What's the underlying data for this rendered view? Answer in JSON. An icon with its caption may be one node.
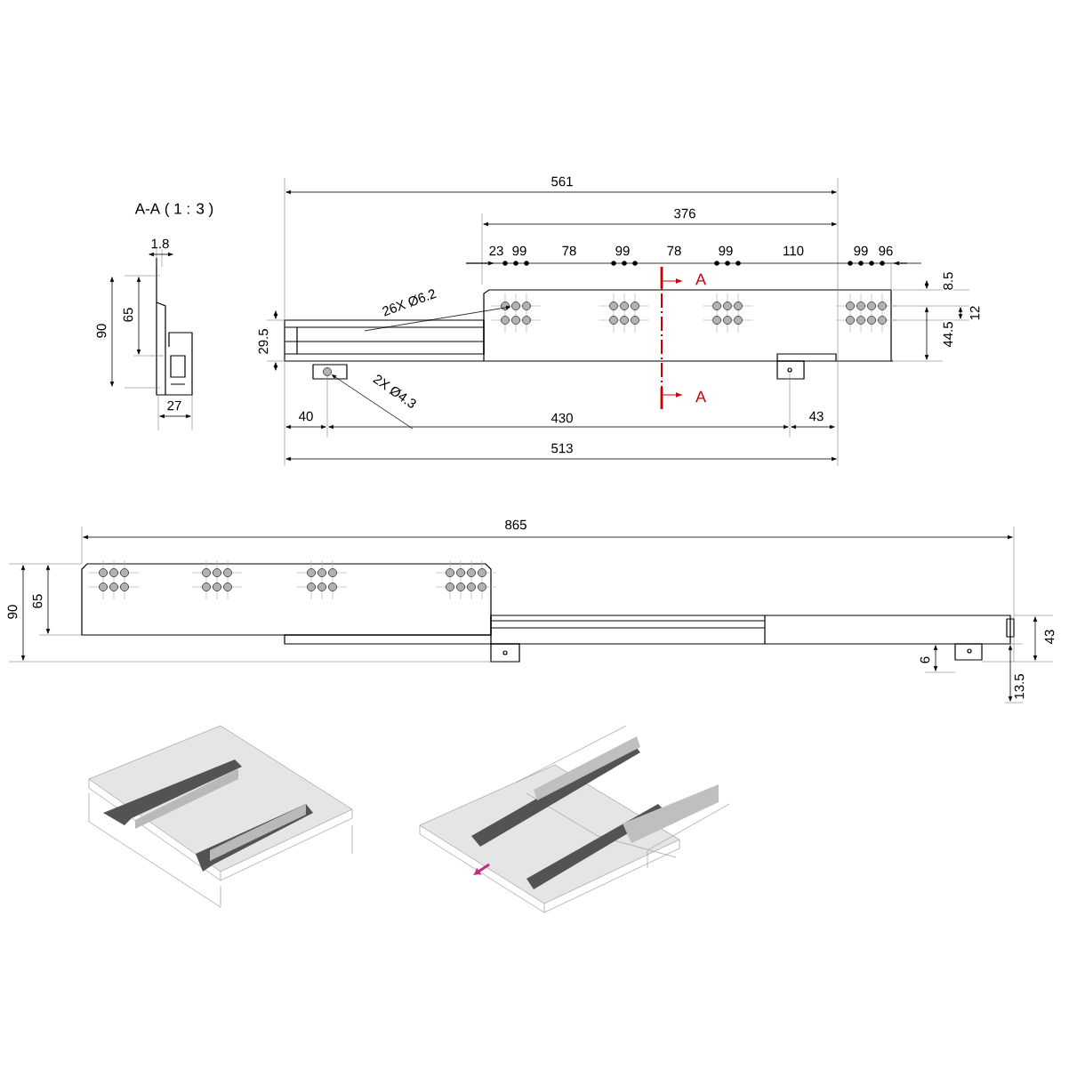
{
  "diagram": {
    "nodes": [
      {
        "text": [
          "26X Ø6.2"
        ]
      },
      {
        "text": [],
        "shape": "circle"
      },
      {
        "text": [
          "2X Ø4.3"
        ]
      },
      {
        "text": [],
        "shape": "circle"
      }
    ],
    "edges": [
      {
        "from": 0,
        "to": 1,
        "arrow": "to"
      },
      {
        "from": 2,
        "to": 3,
        "arrow": "to"
      }
    ],
    "labels": [
      "A-A ( 1 : 3 )",
      "561",
      "376",
      "1.8",
      "23",
      "99",
      "78",
      "99",
      "78",
      "99",
      "110",
      "99",
      "96",
      "A",
      "8.5",
      "12",
      "90",
      "65",
      "29.5",
      "44.5",
      "A",
      "40",
      "430",
      "43",
      "27",
      "513",
      "865",
      "90",
      "65",
      "43",
      "6",
      "13.5"
    ]
  }
}
